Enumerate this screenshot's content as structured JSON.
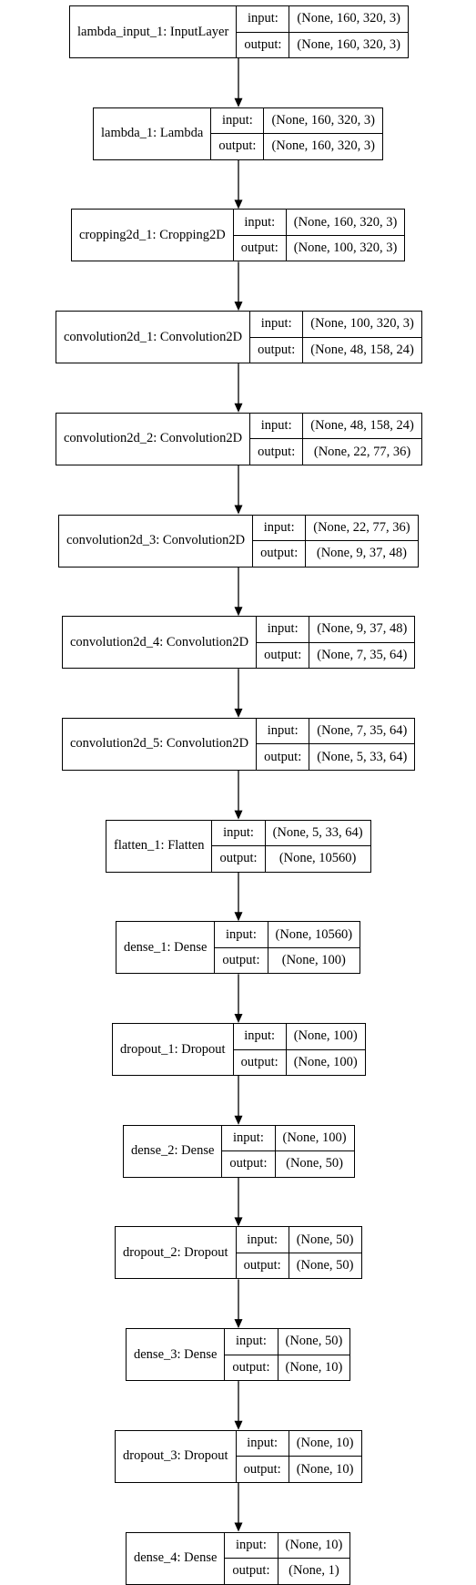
{
  "labels": {
    "input": "input:",
    "output": "output:"
  },
  "layers": [
    {
      "name": "lambda_input_1: InputLayer",
      "input": "(None, 160, 320, 3)",
      "output": "(None, 160, 320, 3)"
    },
    {
      "name": "lambda_1: Lambda",
      "input": "(None, 160, 320, 3)",
      "output": "(None, 160, 320, 3)"
    },
    {
      "name": "cropping2d_1: Cropping2D",
      "input": "(None, 160, 320, 3)",
      "output": "(None, 100, 320, 3)"
    },
    {
      "name": "convolution2d_1: Convolution2D",
      "input": "(None, 100, 320, 3)",
      "output": "(None, 48, 158, 24)"
    },
    {
      "name": "convolution2d_2: Convolution2D",
      "input": "(None, 48, 158, 24)",
      "output": "(None, 22, 77, 36)"
    },
    {
      "name": "convolution2d_3: Convolution2D",
      "input": "(None, 22, 77, 36)",
      "output": "(None, 9, 37, 48)"
    },
    {
      "name": "convolution2d_4: Convolution2D",
      "input": "(None, 9, 37, 48)",
      "output": "(None, 7, 35, 64)"
    },
    {
      "name": "convolution2d_5: Convolution2D",
      "input": "(None, 7, 35, 64)",
      "output": "(None, 5, 33, 64)"
    },
    {
      "name": "flatten_1: Flatten",
      "input": "(None, 5, 33, 64)",
      "output": "(None, 10560)"
    },
    {
      "name": "dense_1: Dense",
      "input": "(None, 10560)",
      "output": "(None, 100)"
    },
    {
      "name": "dropout_1: Dropout",
      "input": "(None, 100)",
      "output": "(None, 100)"
    },
    {
      "name": "dense_2: Dense",
      "input": "(None, 100)",
      "output": "(None, 50)"
    },
    {
      "name": "dropout_2: Dropout",
      "input": "(None, 50)",
      "output": "(None, 50)"
    },
    {
      "name": "dense_3: Dense",
      "input": "(None, 50)",
      "output": "(None, 10)"
    },
    {
      "name": "dropout_3: Dropout",
      "input": "(None, 10)",
      "output": "(None, 10)"
    },
    {
      "name": "dense_4: Dense",
      "input": "(None, 10)",
      "output": "(None, 1)"
    }
  ]
}
